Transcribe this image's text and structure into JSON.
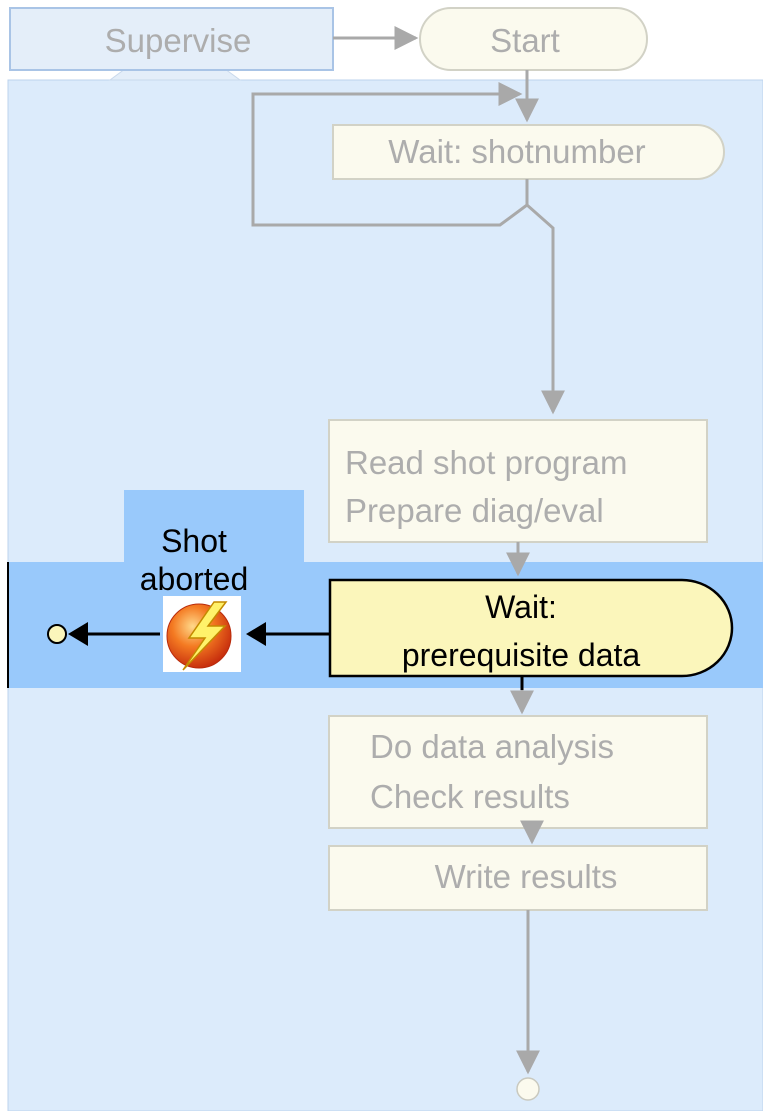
{
  "top_bar": {
    "supervise_label": "Supervise",
    "start_label": "Start"
  },
  "flow": {
    "wait_shotnumber": "Wait: shotnumber",
    "read_program_line1": "Read shot program",
    "read_program_line2": "Prepare diag/eval",
    "wait_prereq_line1": "Wait:",
    "wait_prereq_line2": "prerequisite data",
    "analysis_line1": "Do data analysis",
    "analysis_line2": "Check results",
    "write_results": "Write results"
  },
  "abort": {
    "label_line1": "Shot",
    "label_line2": "aborted",
    "icon": "lightning-icon"
  },
  "colors": {
    "panel_bg": "#dcebfb",
    "active_band": "#99c9fb",
    "faded_node_fill": "#fbfaee",
    "faded_node_stroke": "#d2d2c6",
    "faded_text": "#adadad",
    "active_node_fill": "#fbf6bb",
    "connector_gray": "#a9a9a9"
  }
}
